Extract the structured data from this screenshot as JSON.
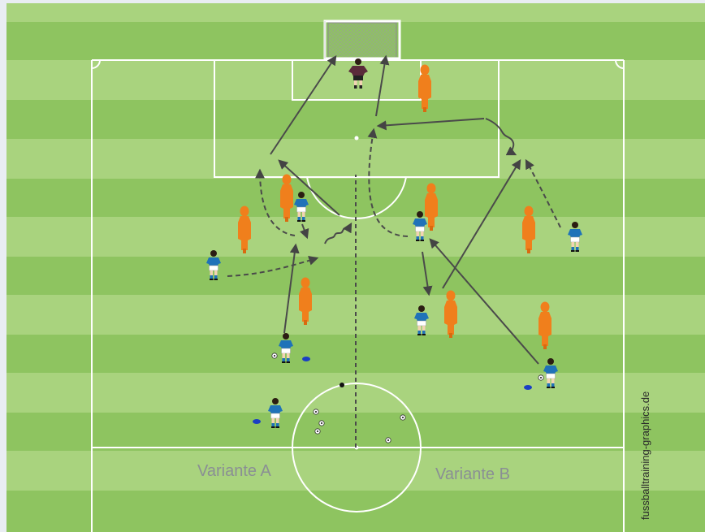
{
  "labels": {
    "variant_a": "Variante A",
    "variant_b": "Variante B"
  },
  "watermark": "fussballtraining-graphics.de",
  "colors": {
    "grass_light": "#a9d37e",
    "grass_dark": "#8ec460",
    "lines": "#ffffff",
    "mannequin": "#f07f1c",
    "player_shirt": "#1f72b8",
    "player_shorts": "#ffffff",
    "goalkeeper": "#5a2b3a",
    "marker_disc": "#1a3fc4",
    "arrow": "#4a4a4a"
  },
  "icons": [
    "goal-icon",
    "mannequin-icon",
    "player-icon",
    "goalkeeper-icon",
    "ball-icon",
    "cone-icon"
  ]
}
